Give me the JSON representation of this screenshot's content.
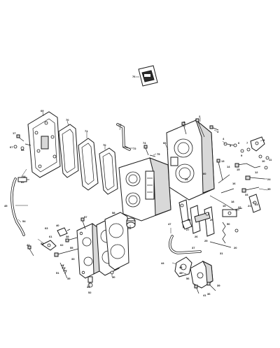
{
  "callouts": [
    {
      "id": "c1",
      "label": "1"
    },
    {
      "id": "c2",
      "label": "2"
    },
    {
      "id": "c3",
      "label": "3"
    },
    {
      "id": "c4",
      "label": "4"
    },
    {
      "id": "c5",
      "label": "5"
    },
    {
      "id": "c6",
      "label": "6"
    },
    {
      "id": "c7",
      "label": "7"
    },
    {
      "id": "c8",
      "label": "8"
    },
    {
      "id": "c9",
      "label": "9"
    },
    {
      "id": "c10",
      "label": "10"
    },
    {
      "id": "c11",
      "label": "11"
    },
    {
      "id": "c12",
      "label": "12"
    },
    {
      "id": "c13",
      "label": "13"
    },
    {
      "id": "c14",
      "label": "14"
    },
    {
      "id": "c15",
      "label": "15"
    },
    {
      "id": "c16",
      "label": "16"
    },
    {
      "id": "c17",
      "label": "17"
    },
    {
      "id": "c18",
      "label": "18"
    },
    {
      "id": "c19",
      "label": "19"
    },
    {
      "id": "c20",
      "label": "20"
    },
    {
      "id": "c21",
      "label": "21"
    },
    {
      "id": "c22",
      "label": "22"
    },
    {
      "id": "c23",
      "label": "23"
    },
    {
      "id": "c24",
      "label": "24"
    },
    {
      "id": "c25",
      "label": "25"
    },
    {
      "id": "c26",
      "label": "26"
    },
    {
      "id": "c27",
      "label": "27"
    },
    {
      "id": "c28",
      "label": "28"
    },
    {
      "id": "c29",
      "label": "29"
    },
    {
      "id": "c30",
      "label": "30"
    },
    {
      "id": "c31",
      "label": "31"
    },
    {
      "id": "c32",
      "label": "32"
    },
    {
      "id": "c33",
      "label": "33"
    },
    {
      "id": "c34",
      "label": "34"
    },
    {
      "id": "c35",
      "label": "35"
    },
    {
      "id": "c36",
      "label": "36"
    },
    {
      "id": "c37",
      "label": "37"
    },
    {
      "id": "c38",
      "label": "38"
    },
    {
      "id": "c39",
      "label": "39"
    },
    {
      "id": "c40",
      "label": "40"
    },
    {
      "id": "c41",
      "label": "41"
    },
    {
      "id": "c42",
      "label": "42"
    },
    {
      "id": "c43",
      "label": "43"
    },
    {
      "id": "c44",
      "label": "44"
    },
    {
      "id": "c45",
      "label": "45"
    },
    {
      "id": "c46",
      "label": "46"
    },
    {
      "id": "c47",
      "label": "47"
    },
    {
      "id": "c48",
      "label": "48"
    },
    {
      "id": "c49",
      "label": "49"
    },
    {
      "id": "c50",
      "label": "50"
    },
    {
      "id": "c51",
      "label": "51"
    },
    {
      "id": "c52",
      "label": "52"
    },
    {
      "id": "c53",
      "label": "53"
    },
    {
      "id": "c54",
      "label": "54"
    },
    {
      "id": "c55",
      "label": "55"
    },
    {
      "id": "c56",
      "label": "56"
    },
    {
      "id": "c57",
      "label": "57"
    },
    {
      "id": "c58",
      "label": "58"
    },
    {
      "id": "c59",
      "label": "59"
    },
    {
      "id": "c60",
      "label": "60"
    },
    {
      "id": "c61",
      "label": "61"
    },
    {
      "id": "c62",
      "label": "62"
    },
    {
      "id": "c63",
      "label": "63"
    },
    {
      "id": "c64",
      "label": "64"
    },
    {
      "id": "c65",
      "label": "65"
    },
    {
      "id": "c66",
      "label": "66"
    },
    {
      "id": "c67",
      "label": "67"
    },
    {
      "id": "c68",
      "label": "68"
    },
    {
      "id": "c69",
      "label": "69"
    },
    {
      "id": "c70",
      "label": "70"
    },
    {
      "id": "c71",
      "label": "71"
    },
    {
      "id": "c72",
      "label": "72"
    },
    {
      "id": "c73",
      "label": "73"
    },
    {
      "id": "c74",
      "label": "74"
    },
    {
      "id": "c75",
      "label": "75"
    },
    {
      "id": "c76",
      "label": "76"
    }
  ],
  "colors": {
    "ink": "#1a1a1a",
    "paper": "#ffffff",
    "shade": "#d8d8d8"
  }
}
